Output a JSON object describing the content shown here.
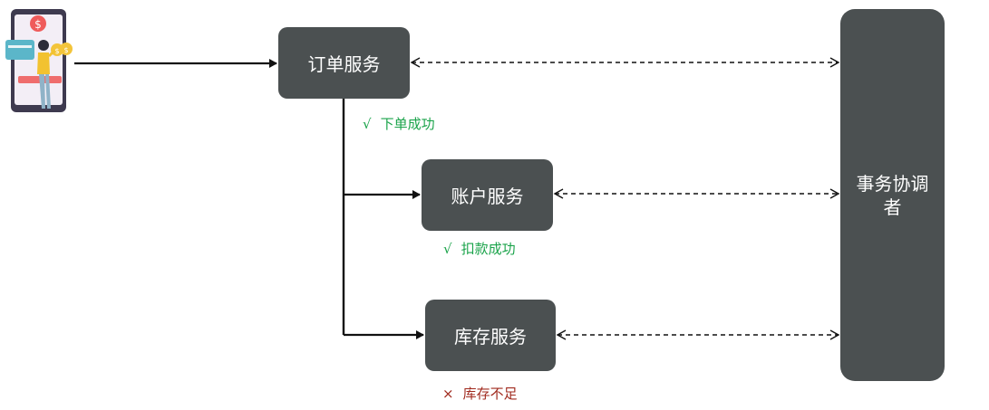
{
  "nodes": {
    "order_service": "订单服务",
    "account_service": "账户服务",
    "stock_service": "库存服务",
    "coordinator": "事务协调者"
  },
  "statuses": {
    "order": {
      "mark": "√",
      "text": "下单成功",
      "state": "success"
    },
    "account": {
      "mark": "√",
      "text": "扣款成功",
      "state": "success"
    },
    "stock": {
      "mark": "×",
      "text": "库存不足",
      "state": "failure"
    }
  },
  "colors": {
    "box": "#4b5051",
    "success": "#1aa34a",
    "failure": "#a02a1e"
  },
  "icons": {
    "client": "mobile-payment-user-icon"
  }
}
